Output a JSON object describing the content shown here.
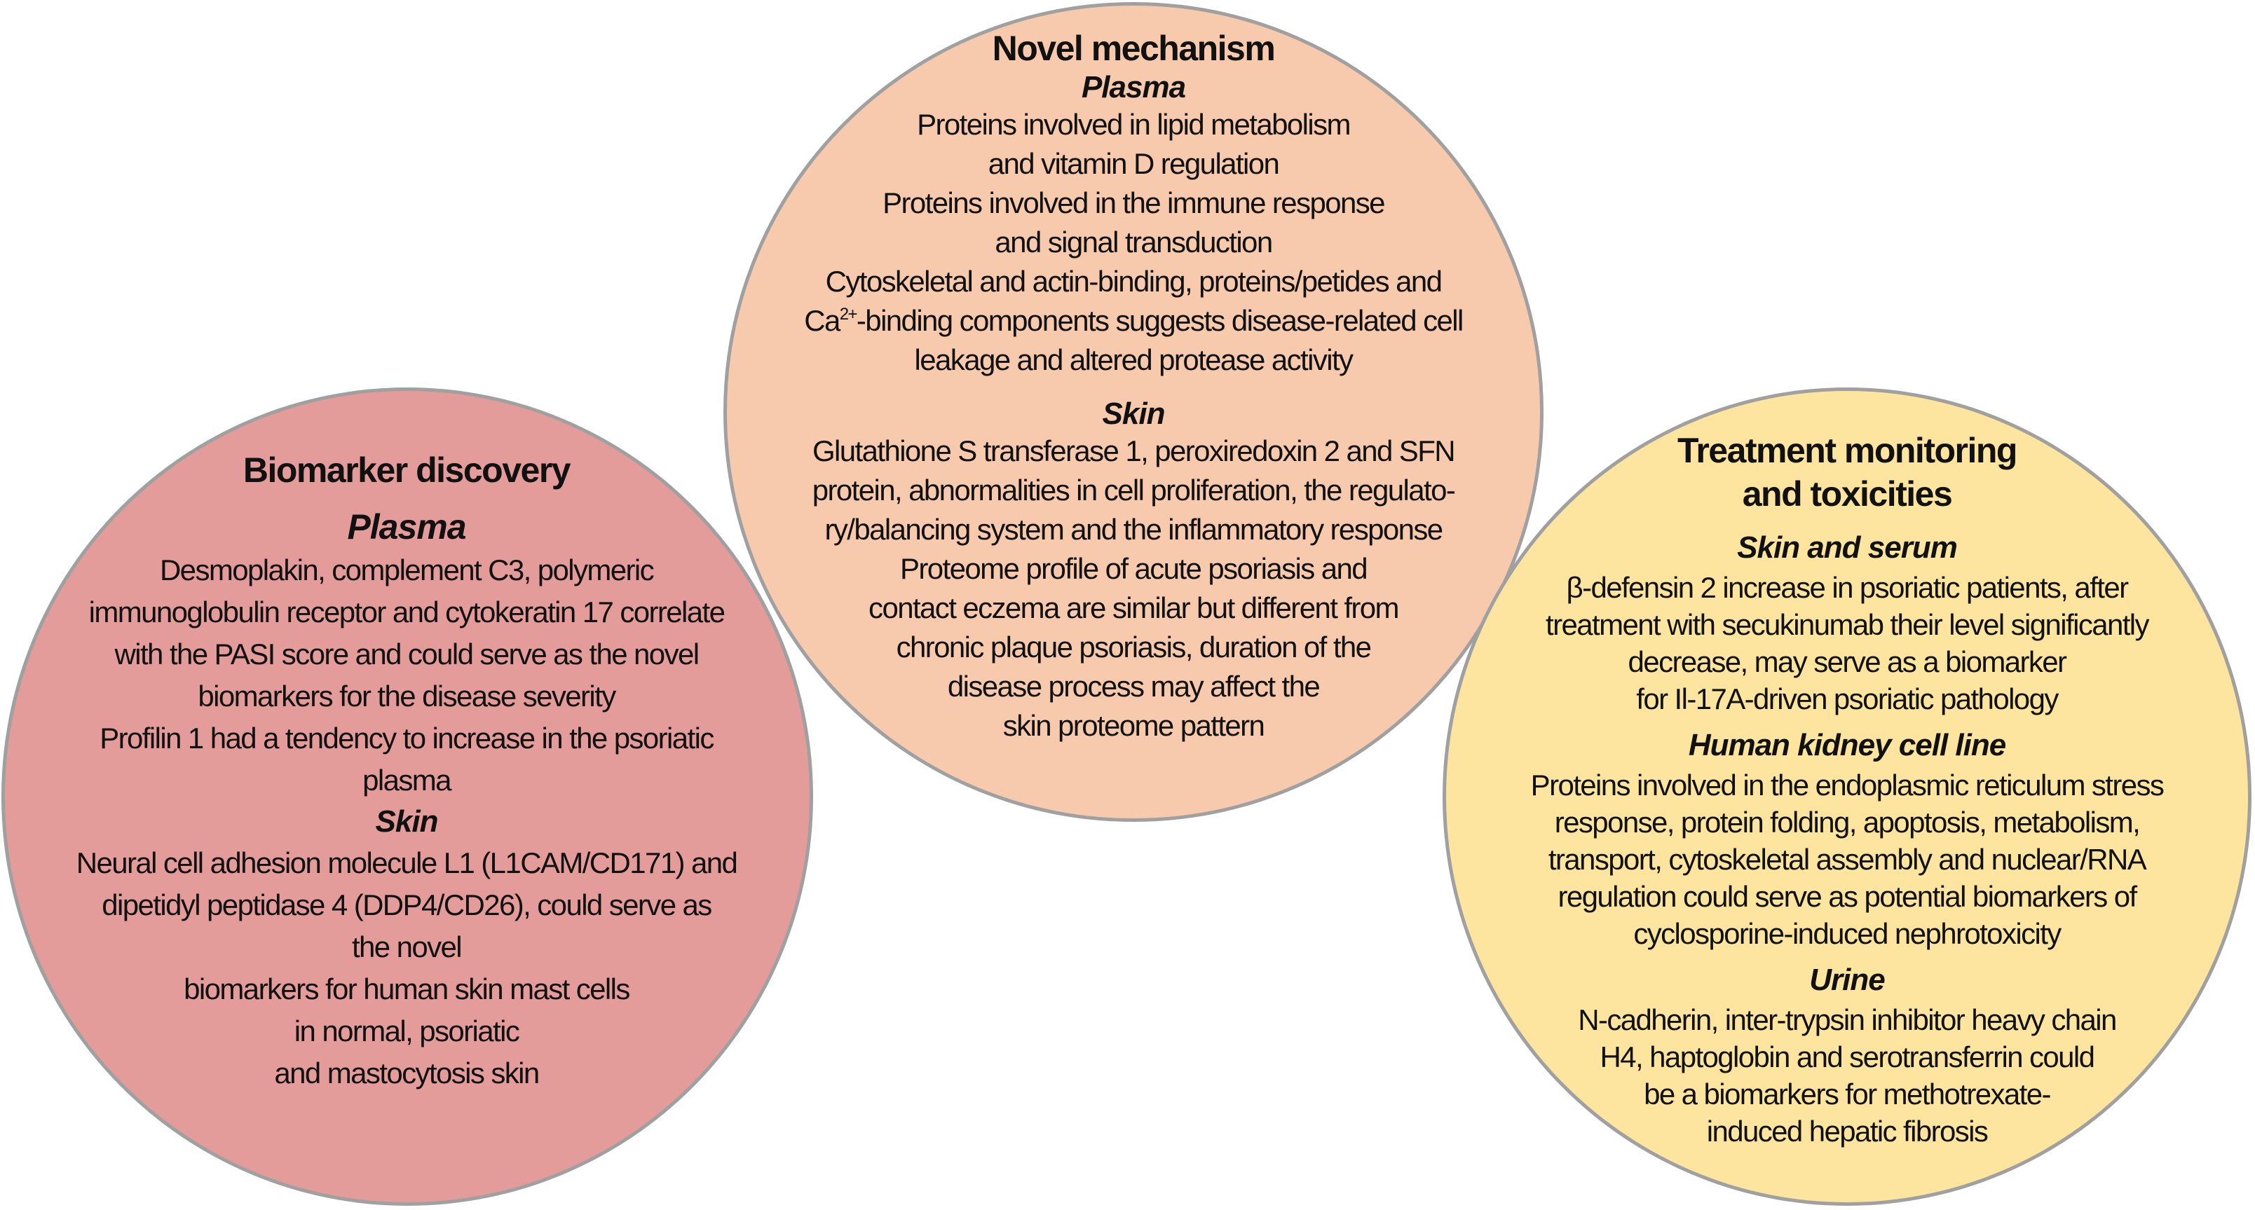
{
  "colors": {
    "biomarker_discovery": "#e39c9a",
    "novel_mechanism": "#f7caae",
    "treatment_monitoring": "#fde59f",
    "border": "#a0a0a0"
  },
  "novel_mechanism": {
    "title": "Novel mechanism",
    "plasma": {
      "heading": "Plasma",
      "lines": [
        "Proteins involved in lipid metabolism",
        "and vitamin D regulation",
        "Proteins involved in the immune response",
        "and signal transduction",
        "Cytoskeletal and actin-binding, proteins/petides and"
      ],
      "ca_line_prefix": "Ca",
      "ca_line_sup": "2+",
      "ca_line_rest": "-binding components suggests disease-related cell",
      "last_line": "leakage and altered protease activity"
    },
    "skin": {
      "heading": "Skin",
      "lines": [
        "Glutathione S transferase 1, peroxiredoxin 2 and SFN",
        "protein, abnormalities in cell proliferation, the regulato-",
        "ry/balancing system and the inflammatory response",
        "Proteome profile of acute psoriasis and",
        "contact eczema are similar but different from",
        "chronic plaque psoriasis, duration of the",
        "disease process may affect the",
        "skin proteome pattern"
      ]
    }
  },
  "biomarker_discovery": {
    "title": "Biomarker discovery",
    "plasma": {
      "heading": "Plasma",
      "lines": [
        "Desmoplakin, complement C3, polymeric",
        "immunoglobulin receptor and cytokeratin 17 correlate",
        "with the PASI score and could serve as the novel",
        "biomarkers for the disease severity",
        "Profilin 1 had a tendency to increase in the psoriatic",
        "plasma"
      ]
    },
    "skin": {
      "heading": "Skin",
      "lines": [
        "Neural cell adhesion molecule L1 (L1CAM/CD171) and",
        "dipetidyl peptidase 4 (DDP4/CD26), could serve as",
        "the novel",
        "biomarkers for human skin mast cells",
        "in normal, psoriatic",
        "and mastocytosis skin"
      ]
    }
  },
  "treatment_monitoring": {
    "title_lines": [
      "Treatment monitoring",
      "and toxicities"
    ],
    "skin_serum": {
      "heading": "Skin and serum",
      "lines": [
        "β-defensin 2 increase in psoriatic patients, after",
        "treatment with secukinumab their level significantly",
        "decrease, may serve as a biomarker",
        "for Il-17A-driven psoriatic pathology"
      ]
    },
    "kidney": {
      "heading": "Human kidney cell line",
      "lines": [
        "Proteins involved in the endoplasmic reticulum stress",
        "response, protein folding, apoptosis, metabolism,",
        "transport, cytoskeletal assembly and nuclear/RNA",
        "regulation could serve as potential biomarkers of",
        "cyclosporine-induced nephrotoxicity"
      ]
    },
    "urine": {
      "heading": "Urine",
      "lines": [
        "N-cadherin, inter-trypsin inhibitor heavy chain",
        "H4, haptoglobin and serotransferrin could",
        "be a biomarkers for methotrexate-",
        "induced hepatic fibrosis"
      ]
    }
  }
}
